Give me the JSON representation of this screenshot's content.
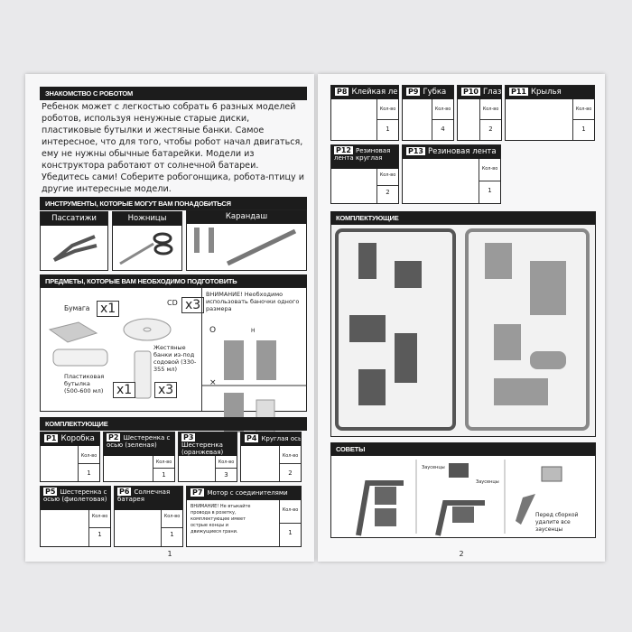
{
  "left_page": {
    "intro": {
      "title": "ЗНАКОМСТВО С РОБОТОМ",
      "text": "Ребенок может с легкостью собрать 6 разных моделей роботов, используя ненужные старые диски, пластиковые бутылки и жестяные банки. Самое интересное, что для того, чтобы робот начал двигаться, ему не нужны обычные батарейки. Модели из конструктора работают от солнечной батареи. Убедитесь сами! Соберите робогонщика, робота-птицу и другие интересные модели."
    },
    "tools": {
      "title": "ИНСТРУМЕНТЫ, КОТОРЫЕ МОГУТ ВАМ ПОНАДОБИТЬСЯ",
      "items": [
        "Пассатижи",
        "Ножницы",
        "Карандаш"
      ]
    },
    "prepare": {
      "title": "ПРЕДМЕТЫ, КОТОРЫЕ ВАМ НЕОБХОДИМО ПОДГОТОВИТЬ",
      "paper": "Бумага",
      "paper_qty": "x1",
      "cd": "CD",
      "cd_qty": "x3",
      "bottle": "Пластиковая бутылка (500-600 мл)",
      "bottle_qty": "x1",
      "cans": "Жестяные банки из-под содовой (330-355 мл)",
      "cans_qty": "x3",
      "warning": "ВНИМАНИЕ! Необходимо использовать баночки одного размера",
      "ok": "O",
      "bad": "×",
      "h": "H"
    },
    "parts": {
      "title": "КОМПЛЕКТУЮЩИЕ",
      "qty_label": "Кол-во",
      "items": [
        {
          "id": "P1",
          "name": "Коробка",
          "qty": "1"
        },
        {
          "id": "P2",
          "name": "Шестеренка с осью (зеленая)",
          "qty": "1"
        },
        {
          "id": "P3",
          "name": "Шестеренка (оранжевая)",
          "qty": "3"
        },
        {
          "id": "P4",
          "name": "Круглая ось",
          "qty": "2"
        },
        {
          "id": "P5",
          "name": "Шестеренка с осью (фиолетовая)",
          "qty": "1"
        },
        {
          "id": "P6",
          "name": "Солнечная батарея",
          "qty": "1"
        },
        {
          "id": "P7",
          "name": "Мотор с соединителями",
          "qty": "1"
        }
      ]
    },
    "motor_warning": "ВНИМАНИЕ! Не втыкайте провода в розетку, комплектующее имеет острые концы и движущиеся грани.",
    "page_number": "1"
  },
  "right_page": {
    "parts": {
      "qty_label": "Кол-во",
      "items": [
        {
          "id": "P8",
          "name": "Клейкая лента",
          "qty": "1"
        },
        {
          "id": "P9",
          "name": "Губка",
          "qty": "4"
        },
        {
          "id": "P10",
          "name": "Глаза",
          "qty": "2"
        },
        {
          "id": "P11",
          "name": "Крылья",
          "qty": "1"
        },
        {
          "id": "P12",
          "name": "Резиновая лента круглая",
          "qty": "2"
        },
        {
          "id": "P13",
          "name": "Резиновая лента",
          "qty": "1"
        }
      ]
    },
    "components_title": "КОМПЛЕКТУЮЩИЕ",
    "tips": {
      "title": "СОВЕТЫ",
      "burr1": "Заусенцы",
      "burr2": "Заусенцы",
      "note": "Перед сборкой удалите все заусенцы"
    },
    "page_number": "2"
  }
}
